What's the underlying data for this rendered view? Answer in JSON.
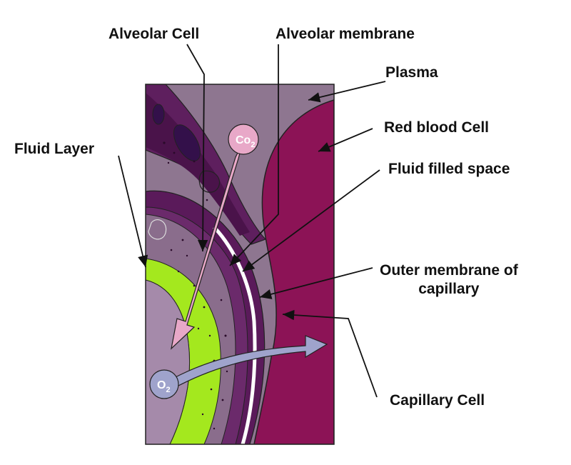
{
  "labels": {
    "alveolar_cell": "Alveolar Cell",
    "alveolar_membrane": "Alveolar membrane",
    "plasma": "Plasma",
    "red_blood_cell": "Red blood Cell",
    "fluid_layer": "Fluid Layer",
    "fluid_filled_space": "Fluid filled space",
    "outer_membrane_line1": "Outer membrane of",
    "outer_membrane_line2": "capillary",
    "capillary_cell": "Capillary Cell"
  },
  "molecules": {
    "co2": "Co",
    "co2_sub": "2",
    "o2": "O",
    "o2_sub": "2"
  },
  "colors": {
    "plasma": "#8e7690",
    "red_blood_cell": "#8c1356",
    "alveolar_cell": "#5e1f5e",
    "alveolar_dark": "#4a134a",
    "fluid_layer": "#a4e81e",
    "inner_space": "#a58aaa",
    "co2_arrow": "#e8a8c8",
    "o2_arrow": "#9fa3cc"
  }
}
